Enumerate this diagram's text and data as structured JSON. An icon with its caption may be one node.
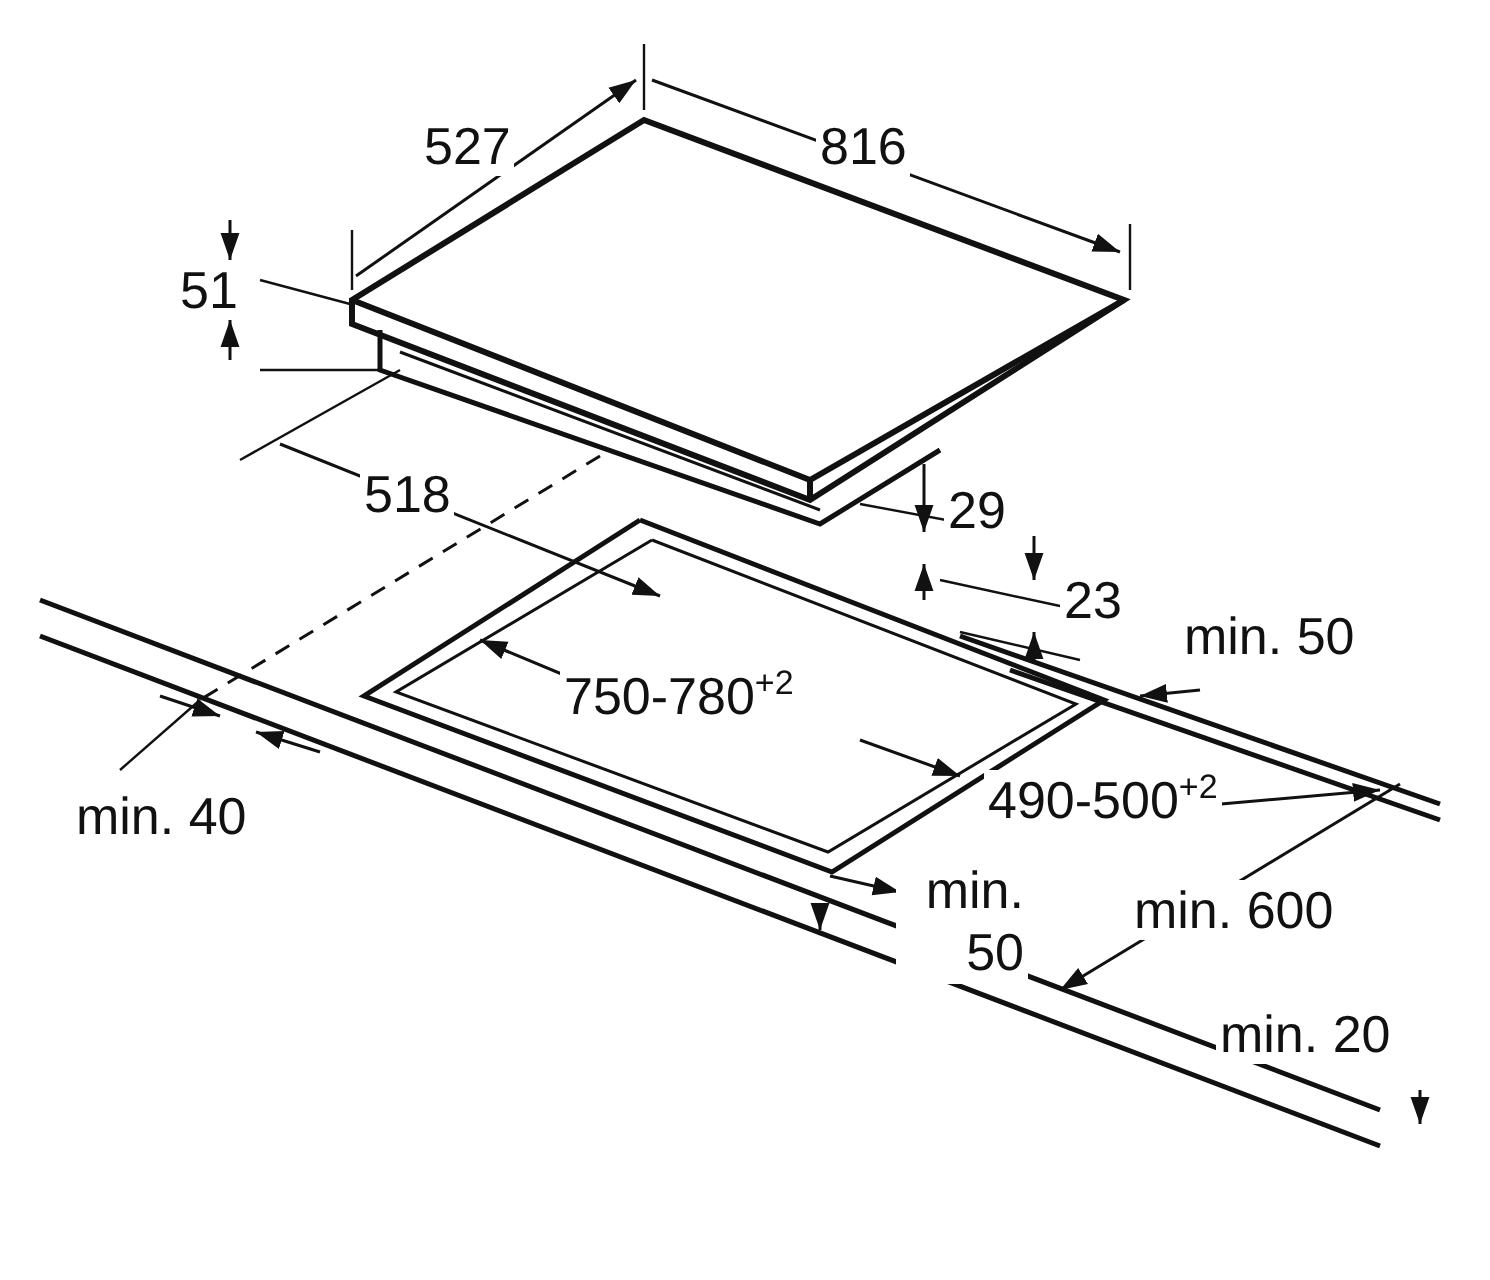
{
  "diagram": {
    "labels": [
      "527",
      "816",
      "51",
      "518",
      "29",
      "23",
      "min. 50",
      "750-780$^{+2}$",
      "min. 40",
      "490-500$^{+2}$",
      "min. 50",
      "min. 600",
      "min. 20"
    ]
  }
}
